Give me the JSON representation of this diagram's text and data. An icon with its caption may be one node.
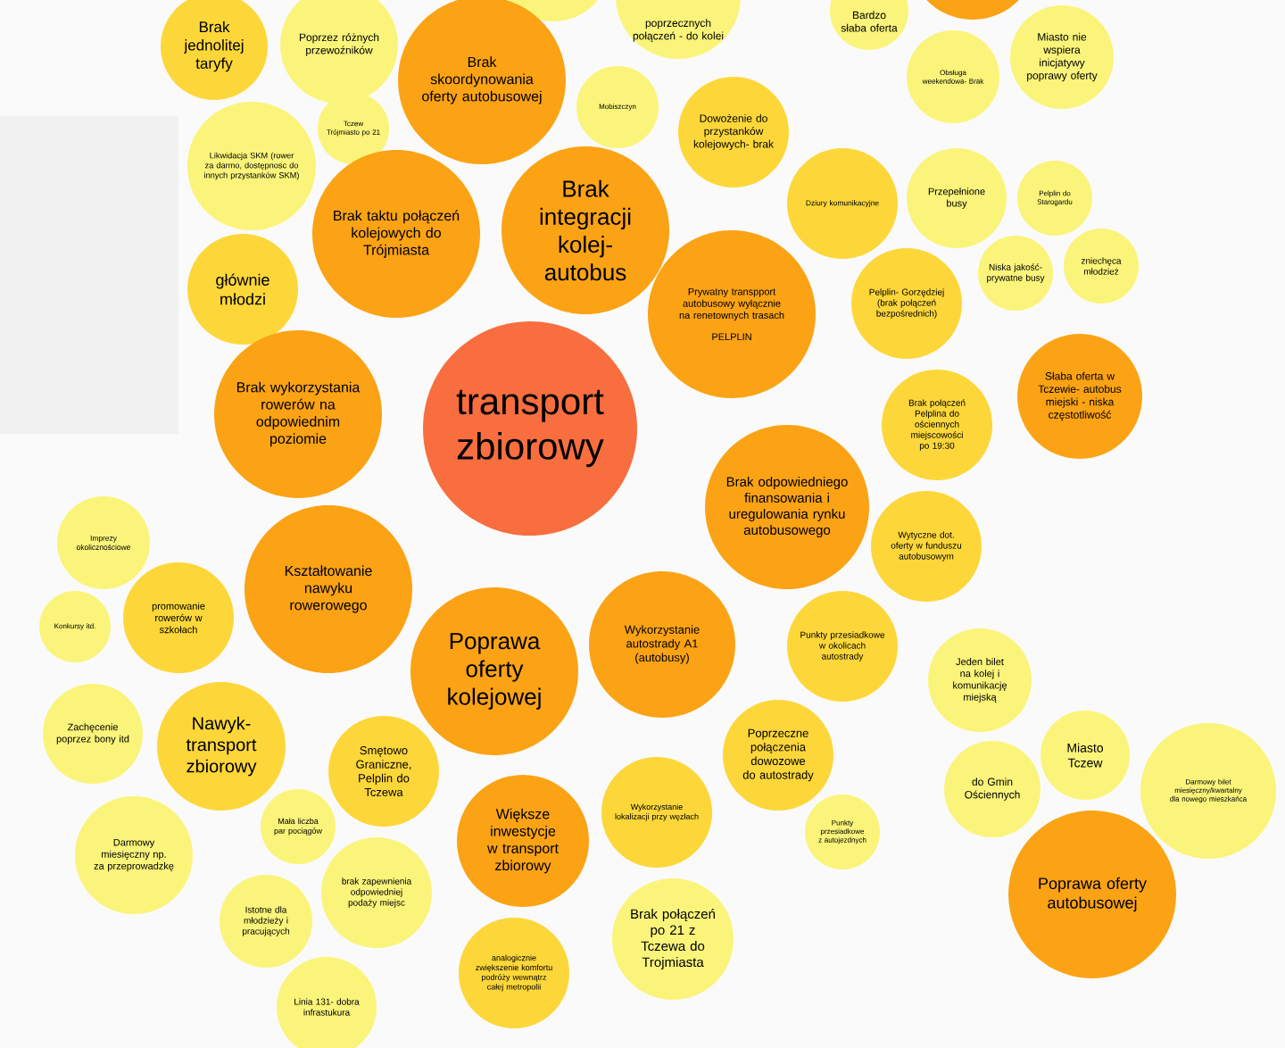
{
  "diagram": {
    "nodes": [
      {
        "text": [
          "Brak jednolitej taryfy"
        ]
      },
      {
        "text": [
          "Poprzez różnych przewoźników"
        ]
      },
      {
        "text": [],
        "shape": "circle"
      },
      {
        "text": [
          "Brak skoordynowania oferty autobusowej"
        ]
      },
      {
        "text": [
          "poprzecznych połączeń - do kolei"
        ]
      },
      {
        "text": [
          "Bardzo słaba oferta"
        ]
      },
      {
        "text": [],
        "shape": "circle"
      },
      {
        "text": [
          "Miasto nie wspiera inicjatywy poprawy oferty"
        ]
      },
      {
        "text": [
          "Obsługa weekendowa- Brak"
        ]
      },
      {
        "text": [
          "Tczew Trójmiasto po 21"
        ]
      },
      {
        "text": [
          "Mobiszczyn"
        ]
      },
      {
        "text": [
          "Dowożenie do przystanków kolejowych- brak"
        ]
      },
      {
        "text": [
          "Likwidacja SKM (rower za darmo, dostępnosc do innych przystanków SKM)"
        ]
      },
      {
        "text": [
          "Brak taktu połączeń kolejowych do Trójmiasta"
        ]
      },
      {
        "text": [
          "Brak integracji kolej- autobus"
        ]
      },
      {
        "text": [
          "Dziury komunikacyjne"
        ]
      },
      {
        "text": [
          "Przepełnione busy"
        ]
      },
      {
        "text": [
          "Pelplin do Starogardu"
        ]
      },
      {
        "text": [
          "Niska jakość- prywatne busy"
        ]
      },
      {
        "text": [
          "zniechęca młodzież"
        ]
      },
      {
        "text": [
          "Pelplin- Gorzędziej (brak połączeń bezpośrednich)"
        ]
      },
      {
        "text": [
          "Prywatny transpport autobusowy wyłącznie na renetownych trasach",
          "PELPLIN"
        ]
      },
      {
        "text": [
          "głównie młodzi"
        ]
      },
      {
        "text": [
          "Brak wykorzystania rowerów na odpowiednim poziomie"
        ]
      },
      {
        "text": [
          "transport zbiorowy"
        ]
      },
      {
        "text": [
          "Słaba oferta w Tczewie- autobus miejski - niska częstotliwość"
        ]
      },
      {
        "text": [
          "Brak połączeń Pelplina do ościennych miejscowości po 19:30"
        ]
      },
      {
        "text": [
          "Brak odpowiedniego finansowania i uregulowania rynku autobusowego"
        ]
      },
      {
        "text": [
          "Wytyczne dot. oferty w funduszu autobusowym"
        ]
      },
      {
        "text": [
          "Imprezy okolicznościowe"
        ]
      },
      {
        "text": [
          "Konkursy itd."
        ]
      },
      {
        "text": [
          "promowanie rowerów w szkołach"
        ]
      },
      {
        "text": [
          "Kształtowanie nawyku rowerowego"
        ]
      },
      {
        "text": [
          "Poprawa oferty kolejowej"
        ]
      },
      {
        "text": [
          "Wykorzystanie autostrady A1 (autobusy)"
        ]
      },
      {
        "text": [
          "Punkty przesiadkowe w okolicach autostrady"
        ]
      },
      {
        "text": [
          "Jeden bilet na kolej i komunikację miejską"
        ]
      },
      {
        "text": [
          "Zachęcenie poprzez bony itd"
        ]
      },
      {
        "text": [
          "Nawyk- transport zbiorowy"
        ]
      },
      {
        "text": [
          "Smętowo Graniczne, Pelplin do Tczewa"
        ]
      },
      {
        "text": [
          "Poprzeczne połączenia dowozowe do autostrady"
        ]
      },
      {
        "text": [
          "Miasto Tczew"
        ]
      },
      {
        "text": [
          "do Gmin Ościennych"
        ]
      },
      {
        "text": [
          "Darmowy bilet miesięczny/kwartalny dla nowego mieszkańca"
        ]
      },
      {
        "text": [
          "Wykorzystanie lokalizacji przy węzłach"
        ]
      },
      {
        "text": [
          "Większe inwestycje w transport zbiorowy"
        ]
      },
      {
        "text": [
          "Punkty przesiadkowe z autojezdnych"
        ]
      },
      {
        "text": [
          "Mała liczba par pociągów"
        ]
      },
      {
        "text": [
          "Darmowy miesięczny np. za przeprowadzkę"
        ]
      },
      {
        "text": [
          "brak zapewnienia odpowiedniej podaży miejsc"
        ]
      },
      {
        "text": [
          "Poprawa oferty autobusowej"
        ]
      },
      {
        "text": [
          "Brak połączeń po 21 z Tczewa do Trojmiasta"
        ]
      },
      {
        "text": [
          "Istotne dla młodzieży i pracujących"
        ]
      },
      {
        "text": [
          "analogicznie zwiększenie komfortu podróży wewnątrz całej metropolii"
        ]
      },
      {
        "text": [
          "Linia 131- dobra infrastukura"
        ]
      }
    ]
  }
}
